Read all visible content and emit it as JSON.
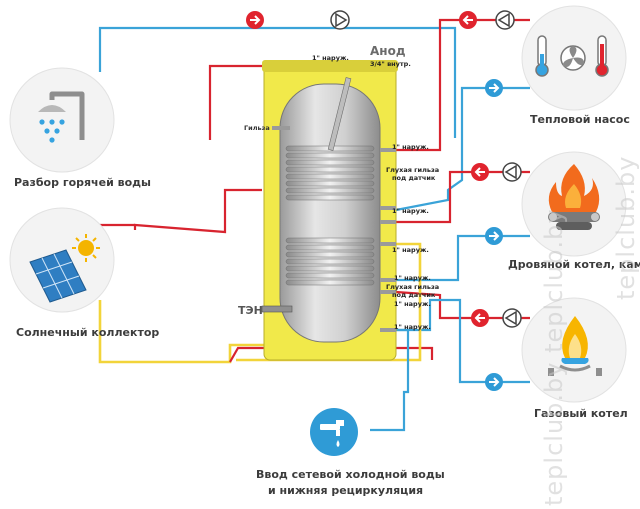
{
  "labels": {
    "hot_water": "Разбор горячей воды",
    "solar": "Солнечный коллектор",
    "cold_water_line1": "Ввод  сетевой холодной воды",
    "cold_water_line2": "и нижняя рециркуляция",
    "heat_pump": "Тепловой насос",
    "wood_boiler": "Дровяной котел, камин",
    "gas_boiler": "Газовый котел",
    "anode": "Анод",
    "heater": "ТЭН",
    "sleeve": "Гильза"
  },
  "ports": {
    "top_outer": "1\" наруж.",
    "anode_inner": "3/4\" внутр.",
    "p1": "1\" наруж.",
    "blind1_line1": "Глухая гильза",
    "blind1_line2": "под датчик",
    "p2": "1\" наруж.",
    "p3": "1\" наруж.",
    "p4": "1\" наруж.",
    "blind2_line1": "Глухая гильза",
    "blind2_line2": "под датчик",
    "p5": "1\" наруж.",
    "p6": "1\" наруж."
  },
  "watermark": {
    "right": "teplclub.by",
    "bottom": "teplclub.by  teplclub.by"
  },
  "colors": {
    "hot_pipe": "#d8242f",
    "cold_pipe": "#3aa3d8",
    "solar_pipe": "#f2d43a",
    "tank_insulation": "#f1e94a",
    "tank_steel": "#c8c8c8",
    "arrow_blue": "#2f9bd6",
    "arrow_red": "#e0242e",
    "circle_fill": "#f3f3f3"
  },
  "icons": {
    "hot_water": "shower-icon",
    "solar": "solar-panel-icon",
    "cold_water": "water-tap-icon",
    "heat_pump": "thermometer-fan-icon",
    "wood_boiler": "fire-wood-icon",
    "gas_boiler": "gas-flame-icon"
  }
}
